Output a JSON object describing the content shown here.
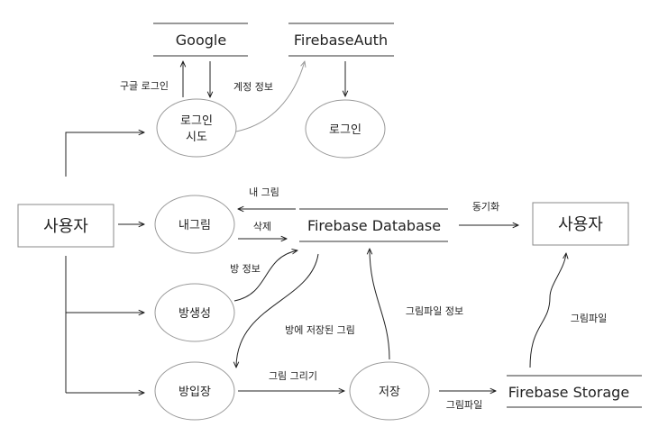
{
  "entities": {
    "user_left": "사용자",
    "user_right": "사용자"
  },
  "stores": {
    "google": "Google",
    "firebase_auth": "FirebaseAuth",
    "firebase_database": "Firebase Database",
    "firebase_storage": "Firebase Storage"
  },
  "processes": {
    "login_attempt_line1": "로그인",
    "login_attempt_line2": "시도",
    "login": "로그인",
    "my_drawing": "내그림",
    "room_create": "방생성",
    "room_enter": "방입장",
    "save": "저장"
  },
  "flows": {
    "google_login": "구글 로그인",
    "account_info": "계정 정보",
    "my_drawing_flow": "내 그림",
    "delete": "삭제",
    "sync": "동기화",
    "room_info": "방 정보",
    "room_saved_drawing": "방에 저장된 그림",
    "draw_picture": "그림 그리기",
    "drawing_file_info": "그림파일 정보",
    "drawing_file_to_storage": "그림파일",
    "drawing_file_to_user": "그림파일"
  }
}
